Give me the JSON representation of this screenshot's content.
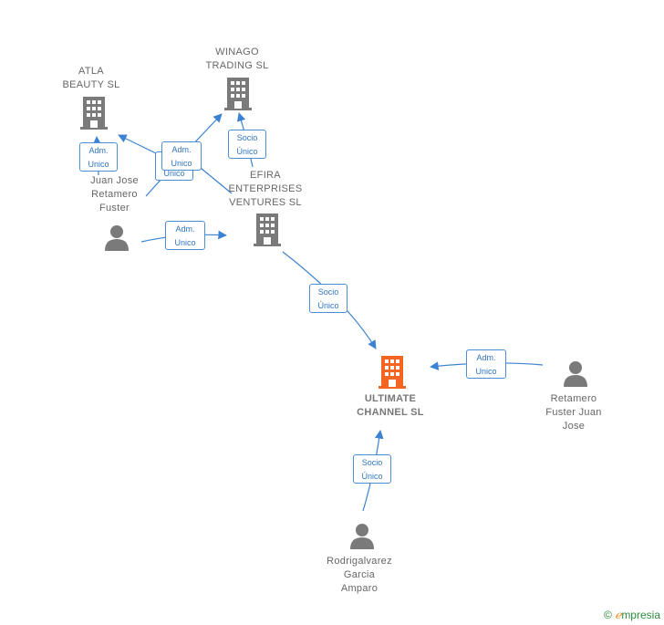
{
  "nodes": {
    "atla": "ATLA\nBEAUTY  SL",
    "winago": "WINAGO\nTRADING  SL",
    "efira": "EFIRA\nENTERPRISES\nVENTURES  SL",
    "ultimate": "ULTIMATE\nCHANNEL  SL",
    "juan": "Juan Jose\nRetamero\nFuster",
    "retamero": "Retamero\nFuster Juan\nJose",
    "rodri": "Rodrigalvarez\nGarcia\nAmparo"
  },
  "edges": {
    "adm_atla": "Adm.\nUnico",
    "adm_winago": "Adm.\nUnico",
    "socio_hidden": "Socio\nÚnico",
    "socio_winago": "Socio\nÚnico",
    "adm_efira": "Adm.\nUnico",
    "socio_efira": "Socio\nÚnico",
    "adm_ultimate": "Adm.\nUnico",
    "socio_rodri": "Socio\nÚnico"
  },
  "colors": {
    "company": "#7a7a7a",
    "main_company": "#f26522",
    "person": "#7a7a7a",
    "edge": "#3c82d2"
  },
  "brand": {
    "copyright": "©",
    "e": "ℯ",
    "name": "mpresia"
  }
}
